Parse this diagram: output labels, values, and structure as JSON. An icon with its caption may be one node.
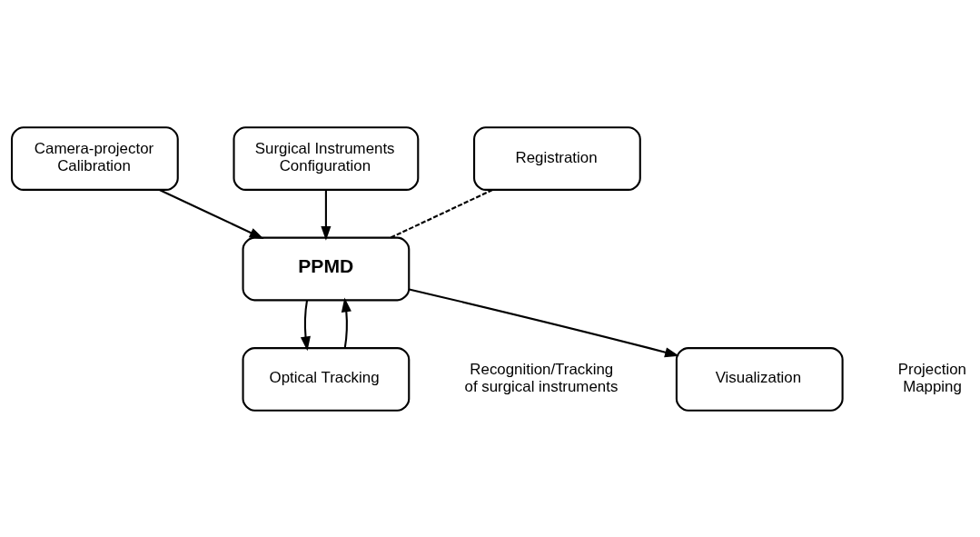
{
  "diagram": {
    "nodes": [
      {
        "text": [
          "Camera-projector Calibration"
        ]
      },
      {
        "text": [
          "Surgical Instruments Configuration"
        ]
      },
      {
        "text": [
          "Registration"
        ]
      },
      {
        "text": [
          "PPMD"
        ]
      },
      {
        "text": [
          "Optical Tracking"
        ],
        "beside": [
          "Recognition/Tracking of surgical instruments"
        ]
      },
      {
        "text": [
          "Visualization"
        ],
        "beside": [
          "Projection Mapping"
        ]
      }
    ],
    "edges": [
      {
        "from": 0,
        "to": 3,
        "arrow": "to"
      },
      {
        "from": 1,
        "to": 3,
        "arrow": "to"
      },
      {
        "from": 2,
        "to": 3,
        "arrow": "none",
        "style": "dashed"
      },
      {
        "from": 3,
        "to": 4,
        "arrow": "to"
      },
      {
        "from": 4,
        "to": 3,
        "arrow": "to"
      },
      {
        "from": 3,
        "to": 5,
        "arrow": "to"
      }
    ]
  }
}
